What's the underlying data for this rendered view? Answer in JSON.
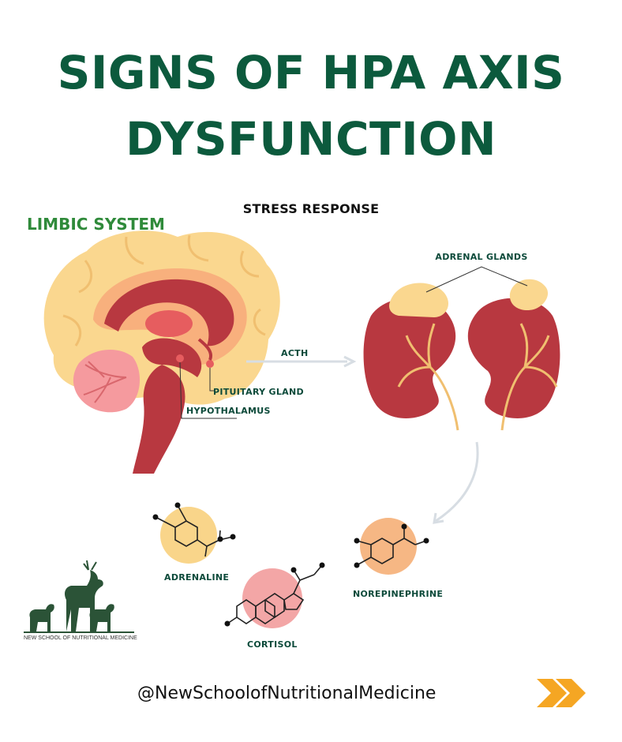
{
  "title": {
    "line1": "SIGNS OF HPA AXIS",
    "line2": "DYSFUNCTION"
  },
  "labels": {
    "limbic_system": "LIMBIC SYSTEM",
    "stress_response": "STRESS RESPONSE",
    "adrenal_glands": "ADRENAL GLANDS",
    "acth": "ACTH",
    "pituitary_gland": "PITUITARY GLAND",
    "hypothalamus": "HYPOTHALAMUS",
    "adrenaline": "ADRENALINE",
    "norepinephrine": "NOREPINEPHRINE",
    "cortisol": "CORTISOL"
  },
  "logo": {
    "text": "NEW SCHOOL OF NUTRITIONAL MEDICINE",
    "icon": "deer-family-icon"
  },
  "footer": {
    "handle": "@NewSchoolofNutritionalMedicine",
    "icon": "double-chevron-right-icon"
  },
  "colors": {
    "title_green": "#0c5a3d",
    "limbic_green": "#2f8a3a",
    "brain_yellow": "#fad78f",
    "brain_red": "#b83840",
    "kidney_red": "#b83840",
    "adrenaline_circle": "#f9d58a",
    "cortisol_circle": "#f3a6a6",
    "norepinephrine_circle": "#f6b784",
    "chevron_orange": "#f5a623"
  }
}
